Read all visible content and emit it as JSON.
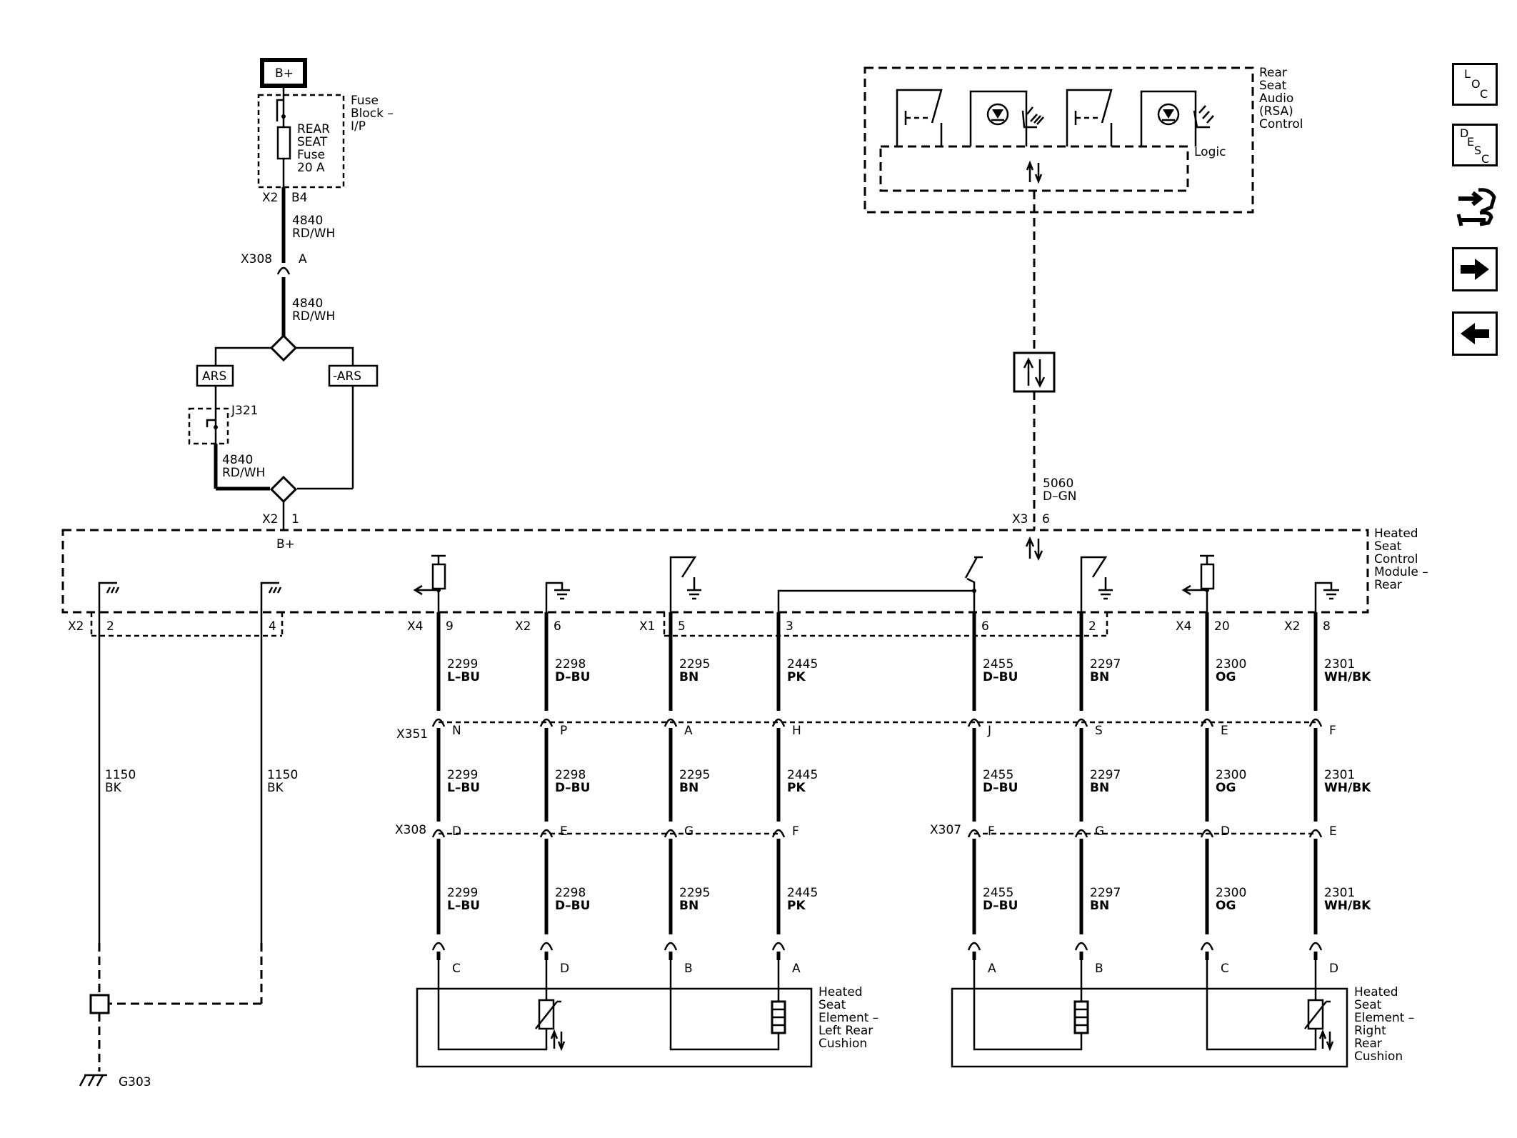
{
  "power": {
    "battery": "B+",
    "fuse_block_label": [
      "Fuse",
      "Block –",
      "I/P"
    ],
    "fuse_label": [
      "REAR",
      "SEAT",
      "Fuse",
      "20 A"
    ]
  },
  "connectors": {
    "x2_b4": [
      "X2",
      "B4"
    ],
    "x308_a": [
      "X308",
      "A"
    ],
    "x2_1": [
      "X2",
      "1"
    ],
    "b_plus_pin": "B+",
    "x3_6": [
      "X3",
      "6"
    ],
    "x351": "X351",
    "x308": "X308",
    "x307": "X307"
  },
  "wires": {
    "w4840a": [
      "4840",
      "RD/WH"
    ],
    "w4840b": [
      "4840",
      "RD/WH"
    ],
    "w4840c": [
      "4840",
      "RD/WH"
    ],
    "w5060": [
      "5060",
      "D–GN"
    ],
    "w1150a": [
      "1150",
      "BK"
    ],
    "w1150b": [
      "1150",
      "BK"
    ]
  },
  "ars": {
    "ars": "ARS",
    "not_ars": "-ARS",
    "jumper": "J321"
  },
  "rsa": {
    "label": [
      "Rear",
      "Seat",
      "Audio",
      "(RSA)",
      "Control"
    ],
    "logic": "Logic"
  },
  "module": {
    "label": [
      "Heated",
      "Seat",
      "Control",
      "Module –",
      "Rear"
    ]
  },
  "module_pins": [
    {
      "conn": "X2",
      "pin": "2"
    },
    {
      "conn": "",
      "pin": "4"
    },
    {
      "conn": "X4",
      "pin": "9"
    },
    {
      "conn": "X2",
      "pin": "6"
    },
    {
      "conn": "X1",
      "pin": "5"
    },
    {
      "conn": "",
      "pin": "3"
    },
    {
      "conn": "",
      "pin": "6"
    },
    {
      "conn": "",
      "pin": "2"
    },
    {
      "conn": "X4",
      "pin": "20"
    },
    {
      "conn": "X2",
      "pin": "8"
    }
  ],
  "circuits": [
    {
      "num": "2299",
      "color": "L–BU",
      "x351": "N",
      "x30x": "D",
      "elem": "C"
    },
    {
      "num": "2298",
      "color": "D–BU",
      "x351": "P",
      "x30x": "E",
      "elem": "D"
    },
    {
      "num": "2295",
      "color": "BN",
      "x351": "A",
      "x30x": "G",
      "elem": "B"
    },
    {
      "num": "2445",
      "color": "PK",
      "x351": "H",
      "x30x": "F",
      "elem": "A"
    },
    {
      "num": "2455",
      "color": "D–BU",
      "x351": "J",
      "x30x": "F",
      "elem": "A"
    },
    {
      "num": "2297",
      "color": "BN",
      "x351": "S",
      "x30x": "G",
      "elem": "B"
    },
    {
      "num": "2300",
      "color": "OG",
      "x351": "E",
      "x30x": "D",
      "elem": "C"
    },
    {
      "num": "2301",
      "color": "WH/BK",
      "x351": "F",
      "x30x": "E",
      "elem": "D"
    }
  ],
  "elements": {
    "left": [
      "Heated",
      "Seat",
      "Element –",
      "Left Rear",
      "Cushion"
    ],
    "right": [
      "Heated",
      "Seat",
      "Element –",
      "Right",
      "Rear",
      "Cushion"
    ]
  },
  "ground": "G303",
  "nav": {
    "loc": [
      "L",
      "O",
      "C"
    ],
    "desc": [
      "D",
      "E",
      "S",
      "C"
    ],
    "connector_icon": "connector-end-view-icon",
    "next_icon": "arrow-right-icon",
    "prev_icon": "arrow-left-icon"
  }
}
